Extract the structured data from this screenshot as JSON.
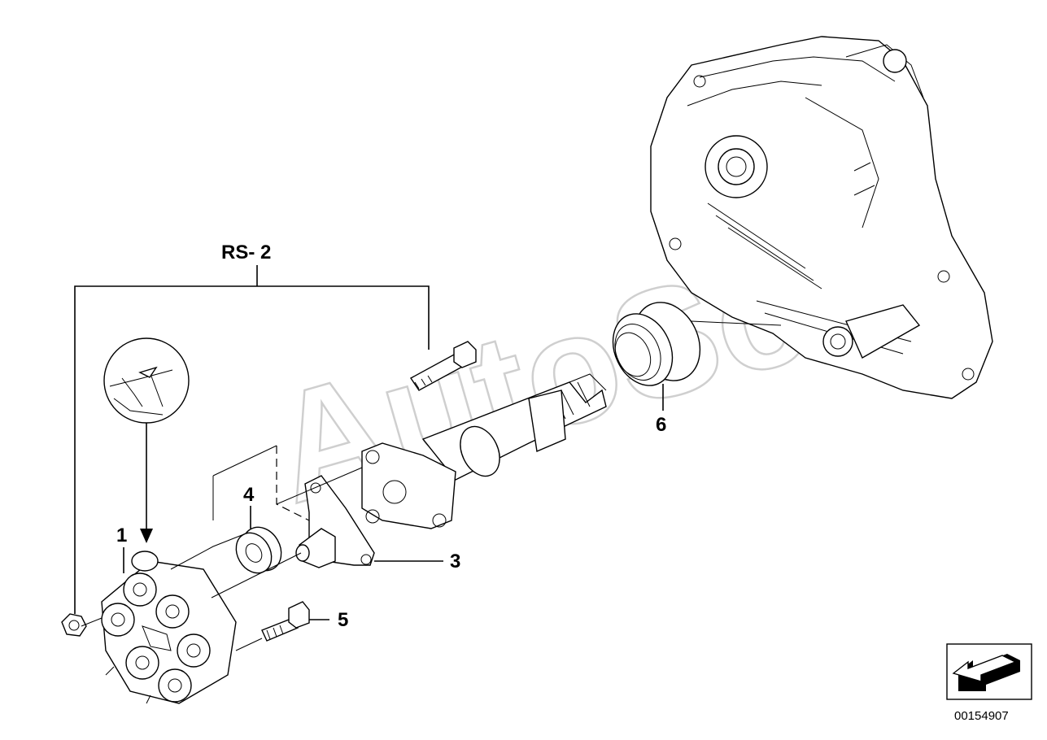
{
  "diagram": {
    "callouts": {
      "rs2": "RS- 2",
      "part1": "1",
      "part3": "3",
      "part4": "4",
      "part5": "5",
      "part6": "6"
    },
    "diagram_id": "00154907",
    "watermark": "AutoSoft"
  },
  "icons": {
    "nav_arrow": "arrow-down-left-icon",
    "colors": {
      "line": "#000000",
      "background": "#ffffff",
      "watermark": "#cfcfcf"
    }
  }
}
